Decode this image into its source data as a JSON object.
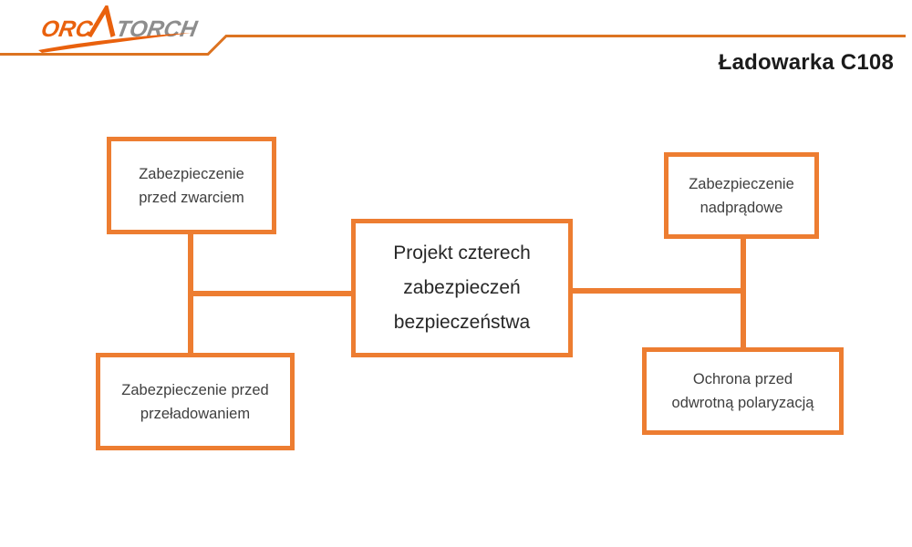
{
  "header": {
    "logo": {
      "brand_part1": "ORC",
      "brand_part2": "TORCH",
      "brand_full": "ORCATORCH"
    },
    "title": "Ładowarka C108"
  },
  "diagram": {
    "nodes": [
      {
        "id": "center",
        "label": "Projekt czterech\nzabezpieczeń\nbezpieczeństwa"
      },
      {
        "id": "top-left",
        "label": "Zabezpieczenie\nprzed zwarciem"
      },
      {
        "id": "bottom-left",
        "label": "Zabezpieczenie przed\nprzeładowaniem"
      },
      {
        "id": "top-right",
        "label": "Zabezpieczenie\nnadprądowe"
      },
      {
        "id": "bottom-right",
        "label": "Ochrona przed\nodwrotną polaryzacją"
      }
    ],
    "edges": [
      {
        "from": "center",
        "to": "top-left"
      },
      {
        "from": "center",
        "to": "bottom-left"
      },
      {
        "from": "center",
        "to": "top-right"
      },
      {
        "from": "center",
        "to": "bottom-right"
      }
    ]
  },
  "colors": {
    "box_border_orange": "#ED7D31",
    "top_line_orange": "#DC7321",
    "logo_orange": "#E9610D",
    "logo_gray": "#8D8D8D",
    "box_text": "#3F3F3F",
    "title_text": "#1B1B1B",
    "background": "#FFFFFF"
  }
}
